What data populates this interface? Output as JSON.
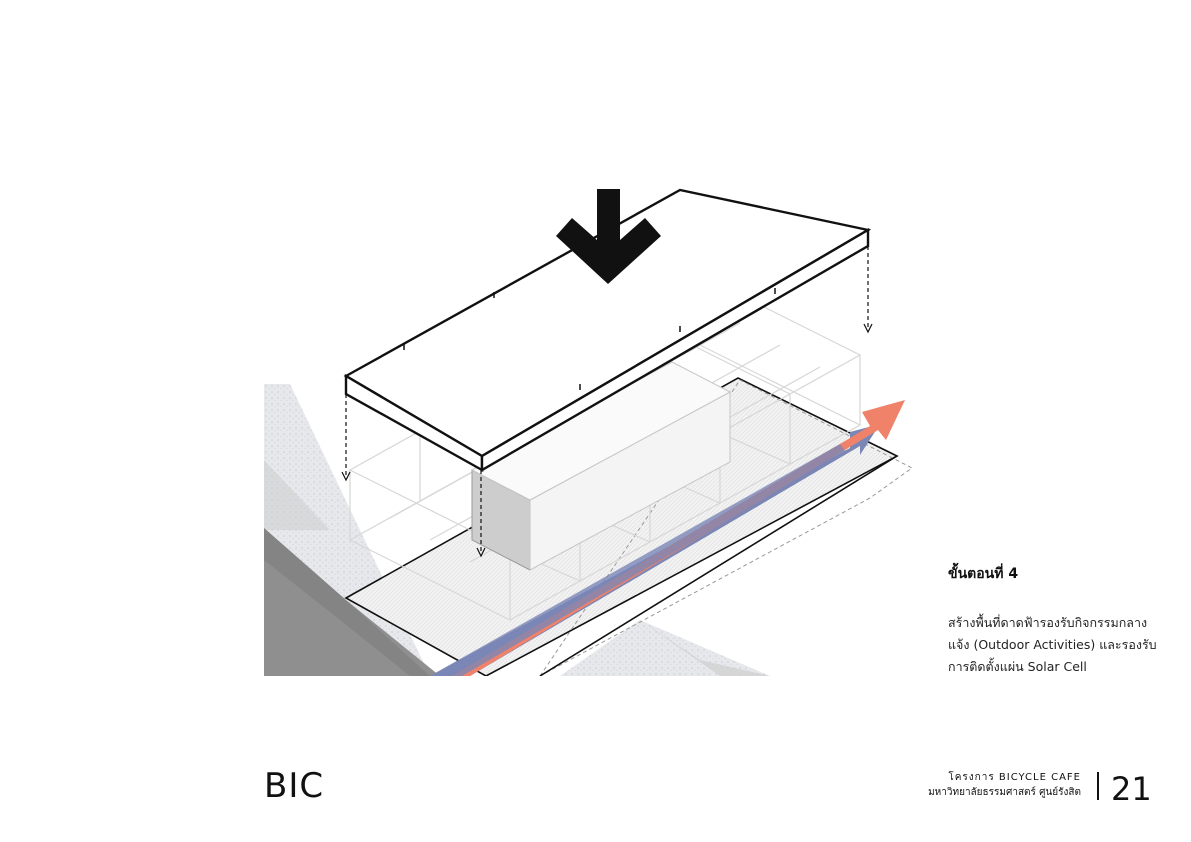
{
  "step": {
    "title": "ขั้นตอนที่ 4",
    "description_lines": [
      "สร้างพื้นที่ดาดฟ้ารองรับกิจกรรมกลาง",
      "แจ้ง (Outdoor Activities) และรองรับ",
      "การติดตั้งแผ่น Solar Cell"
    ]
  },
  "footer": {
    "brand": "BIC",
    "project_line1": "โครงการ BICYCLE CAFE",
    "project_line2": "มหาวิทยาลัยธรรมศาสตร์ ศูนย์รังสิต",
    "page_number": "21"
  },
  "colors": {
    "accent_orange": "#f0826a",
    "accent_blue": "#7b86b5",
    "road_dark": "#8a8a8a",
    "pavement": "#e3e5ea"
  }
}
